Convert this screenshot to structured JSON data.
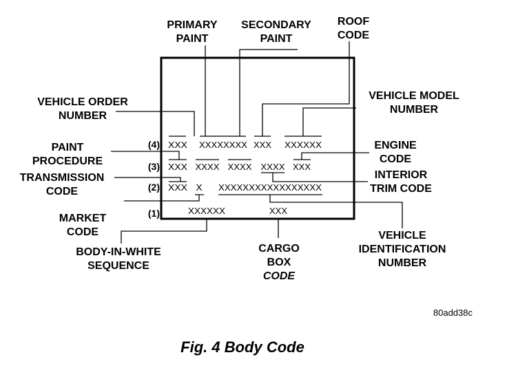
{
  "labels": {
    "primary_paint": [
      "PRIMARY",
      "PAINT"
    ],
    "secondary_paint": [
      "SECONDARY",
      "PAINT"
    ],
    "roof_code": [
      "ROOF",
      "CODE"
    ],
    "vehicle_order_number": [
      "VEHICLE ORDER",
      "NUMBER"
    ],
    "vehicle_model_number": [
      "VEHICLE MODEL",
      "NUMBER"
    ],
    "paint_procedure": [
      "PAINT",
      "PROCEDURE"
    ],
    "engine_code": [
      "ENGINE",
      "CODE"
    ],
    "transmission_code": [
      "TRANSMISSION",
      "CODE"
    ],
    "interior_trim_code": [
      "INTERIOR",
      "TRIM CODE"
    ],
    "market_code": [
      "MARKET",
      "CODE"
    ],
    "body_in_white_sequence": [
      "BODY-IN-WHITE",
      "SEQUENCE"
    ],
    "cargo_box_code": [
      "CARGO",
      "BOX",
      "CODE"
    ],
    "vehicle_identification_number": [
      "VEHICLE",
      "IDENTIFICATION",
      "NUMBER"
    ]
  },
  "rows": {
    "row4": {
      "label": "(4)",
      "codes": [
        "XXX",
        "XXXXXXXX",
        "XXX",
        "XXXXXX"
      ]
    },
    "row3": {
      "label": "(3)",
      "codes": [
        "XXX",
        "XXXX",
        "XXXX",
        "XXXX",
        "XXX"
      ]
    },
    "row2": {
      "label": "(2)",
      "codes": [
        "XXX",
        "X",
        "XXXXXXXXXXXXXXXXX"
      ]
    },
    "row1": {
      "label": "(1)",
      "codes": [
        "XXXXXX",
        "XXX"
      ]
    }
  },
  "figure_ref": "80add38c",
  "caption": "Fig. 4 Body Code"
}
